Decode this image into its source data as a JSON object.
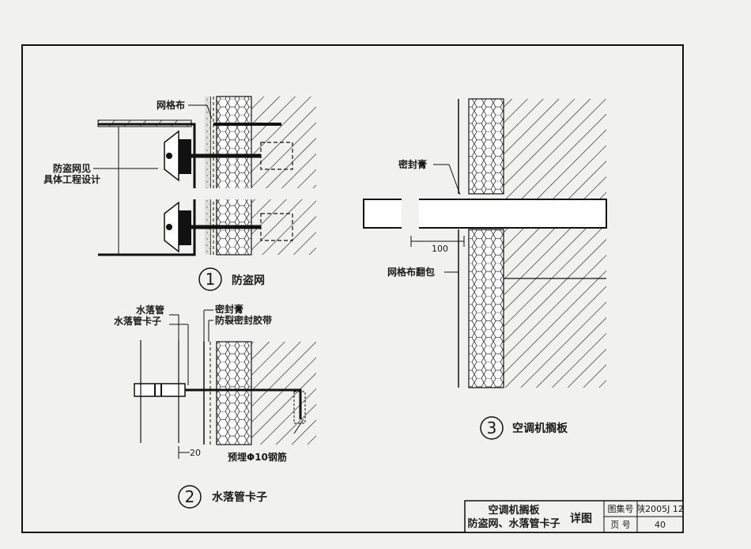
{
  "detail1": {
    "mesh_label": "网格布",
    "note_line1": "防盗网见",
    "note_line2": "具体工程设计",
    "number": "1",
    "title": "防盗网"
  },
  "detail2": {
    "downpipe_label": "水落管",
    "clamp_label": "水落管卡子",
    "sealant_label": "密封膏",
    "tape_label": "防裂密封胶带",
    "gap_dim": "20",
    "rebar_label": "预埋Φ10钢筋",
    "number": "2",
    "title": "水落管卡子"
  },
  "detail3": {
    "sealant_label": "密封膏",
    "dim_100": "100",
    "mesh_wrap_label": "网格布翻包",
    "number": "3",
    "title": "空调机搁板"
  },
  "title_block": {
    "title_line1": "空调机搁板",
    "title_line2": "防盗网、水落管卡子",
    "drawing_type": "详图",
    "atlas_label": "图集号",
    "atlas_value": "陕2005J 12",
    "page_label": "页 号",
    "page_value": "40"
  },
  "colors": {
    "ink": "#1a1a1a",
    "paper": "#f1f1ef",
    "insulation": "#ffffff"
  }
}
